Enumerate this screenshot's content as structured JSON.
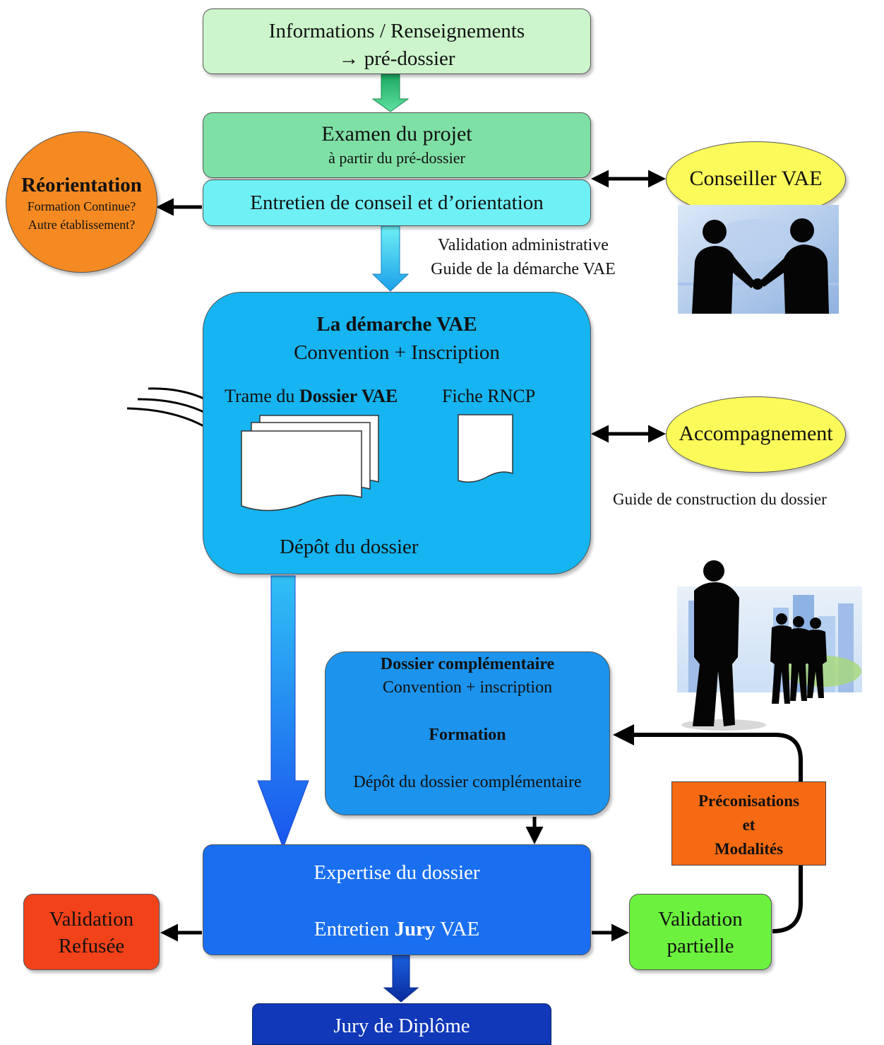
{
  "colors": {
    "info": "#ccf5cc",
    "examen": "#7fe0a6",
    "entretien": "#6ff0f5",
    "demarche": "#16b4f0",
    "complementaire": "#1c93ec",
    "expertise": "#1a6ff0",
    "jury": "#1038b8",
    "reorientation": "#f58a22",
    "conseiller": "#fafa5a",
    "refusee": "#f2421a",
    "partielle": "#6cf23e",
    "preconisations": "#f56a12"
  },
  "info_box": {
    "line1": "Informations / Renseignements",
    "line2": "→ pré-dossier"
  },
  "examen_box": {
    "title": "Examen du projet",
    "subtitle": "à partir du pré-dossier"
  },
  "entretien_box": {
    "label": "Entretien de conseil et d’orientation"
  },
  "reorientation": {
    "title": "Réorientation",
    "line1": "Formation Continue?",
    "line2": "Autre établissement?"
  },
  "conseiller": {
    "label": "Conseiller VAE"
  },
  "validation_admin": {
    "line1": "Validation administrative",
    "line2": "Guide de la démarche VAE"
  },
  "demarche_box": {
    "title": "La démarche VAE",
    "subtitle": "Convention + Inscription",
    "trame_prefix": "Trame du ",
    "trame_bold": "Dossier VAE",
    "fiche": "Fiche RNCP",
    "depot": "Dépôt du dossier"
  },
  "accompagnement": {
    "label": "Accompagnement",
    "caption": "Guide de construction du dossier"
  },
  "complementaire_box": {
    "title": "Dossier complémentaire",
    "subtitle": "Convention + inscription",
    "formation": "Formation",
    "depot": "Dépôt du dossier complémentaire"
  },
  "preconisations": {
    "line1": "Préconisations",
    "line2": "et",
    "line3": "Modalités"
  },
  "expertise_box": {
    "line1": "Expertise du dossier",
    "line2_prefix": "Entretien ",
    "line2_bold": "Jury",
    "line2_suffix": " VAE"
  },
  "refusee": {
    "line1": "Validation",
    "line2": "Refusée"
  },
  "partielle": {
    "line1": "Validation",
    "line2": "partielle"
  },
  "jury_box": {
    "label": "Jury de Diplôme"
  },
  "icons": [
    "handshake-icon",
    "business-people-icon",
    "document-stack-icon",
    "document-icon"
  ]
}
